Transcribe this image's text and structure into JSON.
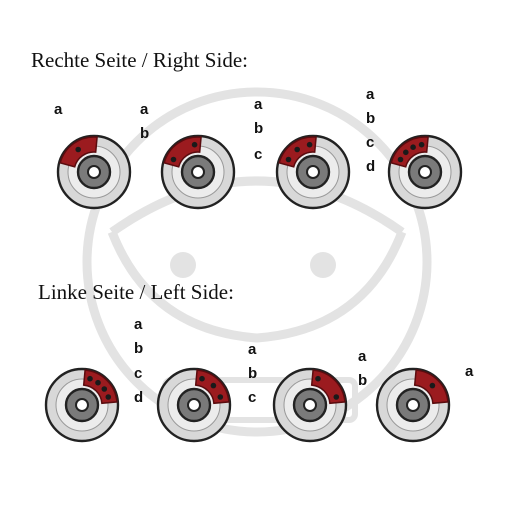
{
  "colors": {
    "caliper": "#9b1b1f",
    "caliper_stroke": "#5a0c0f",
    "rotor_outer": "#d8d8d8",
    "rotor_ring": "#ececec",
    "hub": "#7a7a7a",
    "outline": "#222222",
    "watermark": "#e3e3e3"
  },
  "icons": {
    "brake_disc": "brake-disc-icon",
    "watermark": "watermark-logo-icon"
  },
  "diagram": {
    "right_side": {
      "title": "Rechte Seite / Right Side:",
      "discs": [
        {
          "letters": [
            "a"
          ],
          "pistons": 1,
          "caliper_side": "top-left"
        },
        {
          "letters": [
            "a",
            "b"
          ],
          "pistons": 2,
          "caliper_side": "top-left"
        },
        {
          "letters": [
            "a",
            "b",
            "c"
          ],
          "pistons": 3,
          "caliper_side": "top-left"
        },
        {
          "letters": [
            "a",
            "b",
            "c",
            "d"
          ],
          "pistons": 4,
          "caliper_side": "top-left"
        }
      ]
    },
    "left_side": {
      "title": "Linke Seite / Left Side:",
      "discs": [
        {
          "letters": [
            "a",
            "b",
            "c",
            "d"
          ],
          "pistons": 4,
          "caliper_side": "top-right"
        },
        {
          "letters": [
            "a",
            "b",
            "c"
          ],
          "pistons": 3,
          "caliper_side": "top-right"
        },
        {
          "letters": [
            "a",
            "b"
          ],
          "pistons": 2,
          "caliper_side": "top-right"
        },
        {
          "letters": [
            "a"
          ],
          "pistons": 1,
          "caliper_side": "top-right"
        }
      ]
    }
  }
}
